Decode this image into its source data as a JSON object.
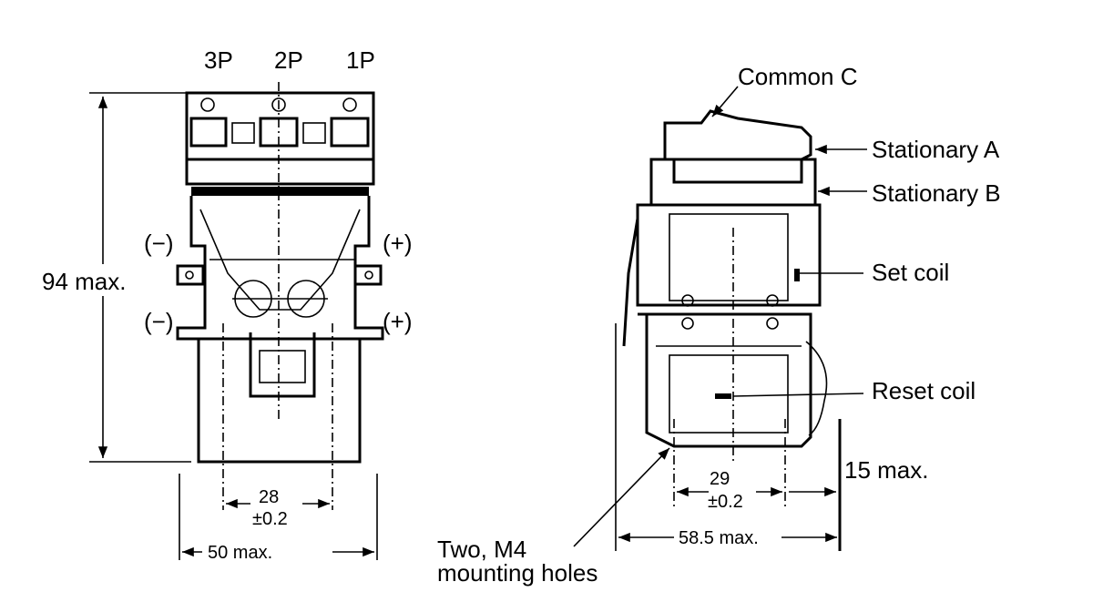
{
  "front_view": {
    "pole_labels": [
      "3P",
      "2P",
      "1P"
    ],
    "height_dim": "94 max.",
    "polarity": {
      "left_top": "(−)",
      "left_bottom": "(−)",
      "right_top": "(+)",
      "right_bottom": "(+)"
    },
    "hole_spacing": {
      "value": "28",
      "tolerance": "±0.2"
    },
    "width_dim": "50 max."
  },
  "side_view": {
    "callouts": [
      "Common C",
      "Stationary A",
      "Stationary B",
      "Set coil",
      "Reset coil"
    ],
    "hole_spacing": {
      "value": "29",
      "tolerance": "±0.2"
    },
    "depth_dim": "58.5 max.",
    "base_dim": "15 max.",
    "mounting_note": [
      "Two, M4",
      "mounting holes"
    ]
  }
}
